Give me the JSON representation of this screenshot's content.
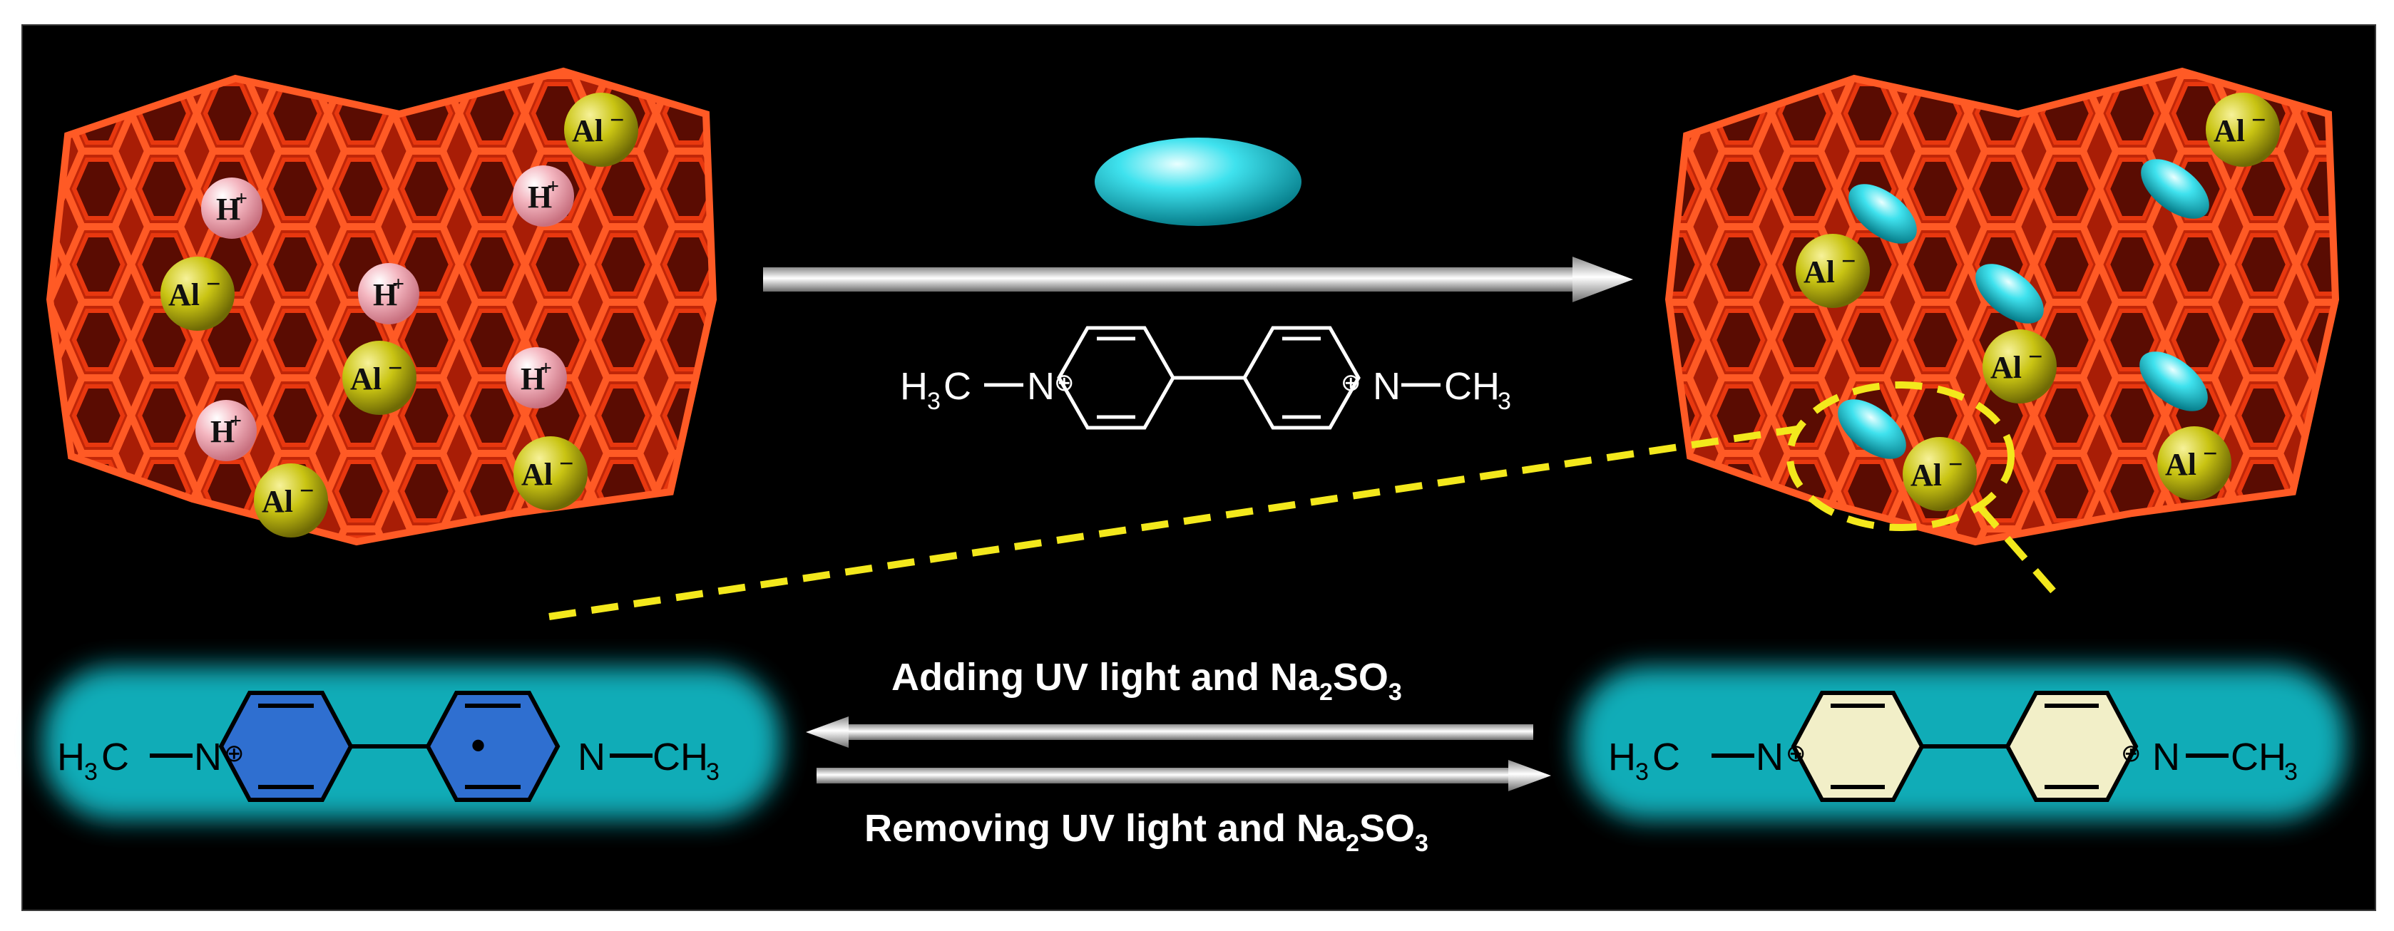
{
  "colors": {
    "background": "#000000",
    "zeolite": "#e8380f",
    "zeolite_dark": "#a81d06",
    "proton": "#f4b6c0",
    "aluminum": "#c9c413",
    "guest": "#27d3e0",
    "dashed": "#f3e81c",
    "radical_fill": "#2f6fd0",
    "dication_fill": "#f2efc8",
    "glow": "#19e6f5"
  },
  "left_zeolite": {
    "protons": [
      "H",
      "H",
      "H",
      "H",
      "H"
    ],
    "proton_charge": "+",
    "aluminum": [
      "Al",
      "Al",
      "Al",
      "Al",
      "Al"
    ],
    "aluminum_charge": "−"
  },
  "right_zeolite": {
    "aluminum": [
      "Al",
      "Al",
      "Al",
      "Al",
      "Al"
    ],
    "aluminum_charge": "−"
  },
  "top_molecule": {
    "left_group": "H",
    "left_sub": "3",
    "left_c": "C",
    "n_left": "N",
    "n_right": "N",
    "right_c": "CH",
    "right_sub": "3",
    "charge": "⊕"
  },
  "radical_molecule": {
    "left_group": "H",
    "left_sub": "3",
    "left_c": "C",
    "n_left": "N",
    "n_right": "N",
    "right_c": "CH",
    "right_sub": "3",
    "charge": "⊕",
    "radical": "•"
  },
  "dication_molecule": {
    "left_group": "H",
    "left_sub": "3",
    "left_c": "C",
    "n_left": "N",
    "n_right": "N",
    "right_c": "CH",
    "right_sub": "3",
    "charge": "⊕"
  },
  "captions": {
    "adding_main": "Adding UV light and Na",
    "adding_sub1": "2",
    "adding_mid": "SO",
    "adding_sub2": "3",
    "removing_main": "Removing UV light and Na",
    "removing_sub1": "2",
    "removing_mid": "SO",
    "removing_sub2": "3"
  }
}
